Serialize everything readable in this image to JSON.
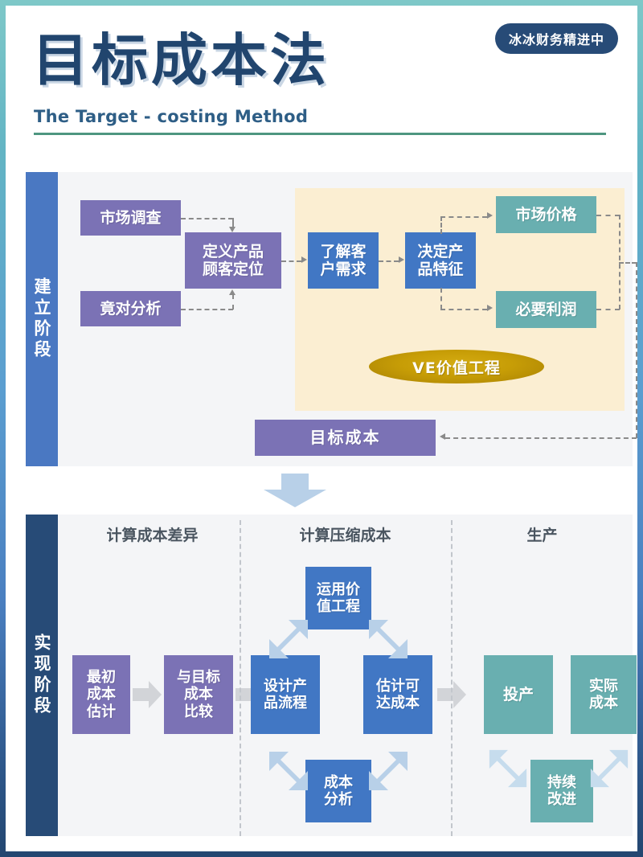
{
  "header": {
    "badge": "冰冰财务精进中",
    "title": "目标成本法",
    "subtitle": "The Target - costing Method"
  },
  "colors": {
    "page_border_top": "#7ec8c8",
    "page_border_bottom": "#234670",
    "panel_bg": "#f4f5f7",
    "cream_bg": "#fbeed2",
    "purple": "#7B72B5",
    "blue": "#4177C4",
    "teal": "#69AFB0",
    "gold": "#c79d06",
    "stage_top_bar": "#4A78C2",
    "stage_bottom_bar": "#274B77",
    "title_navy": "#21456E",
    "rule_green": "#4E9680"
  },
  "stage_top": {
    "label": "建立阶段",
    "boxes": {
      "market_research": "市场调查",
      "competitor_analysis": "竟对分析",
      "define_product": "定义产品\n顾客定位",
      "define_product_l1": "定义产品",
      "define_product_l2": "顾客定位",
      "understand_customer_l1": "了解客",
      "understand_customer_l2": "户需求",
      "decide_features_l1": "决定产",
      "decide_features_l2": "品特征",
      "market_price": "市场价格",
      "required_profit": "必要利润",
      "ve_label": "VE价值工程",
      "target_cost": "目标成本"
    }
  },
  "stage_bottom": {
    "label": "实现阶段",
    "columns": [
      {
        "header": "计算成本差异"
      },
      {
        "header": "计算压缩成本"
      },
      {
        "header": "生产"
      }
    ],
    "boxes": {
      "initial_cost_l1": "最初",
      "initial_cost_l2": "成本",
      "initial_cost_l3": "估计",
      "compare_target_l1": "与目标",
      "compare_target_l2": "成本",
      "compare_target_l3": "比较",
      "apply_ve_l1": "运用价",
      "apply_ve_l2": "值工程",
      "design_process_l1": "设计产",
      "design_process_l2": "品流程",
      "achievable_cost_l1": "估计可",
      "achievable_cost_l2": "达成本",
      "cost_analysis_l1": "成本",
      "cost_analysis_l2": "分析",
      "production": "投产",
      "actual_cost_l1": "实际",
      "actual_cost_l2": "成本",
      "improvement_l1": "持续",
      "improvement_l2": "改进"
    }
  }
}
